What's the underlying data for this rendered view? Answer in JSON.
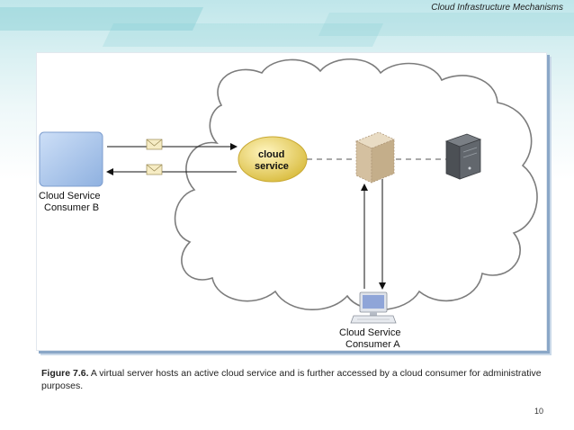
{
  "header": {
    "title": "Cloud Infrastructure Mechanisms"
  },
  "diagram": {
    "cloud_service_label_line1": "cloud",
    "cloud_service_label_line2": "service",
    "consumer_b_line1": "Cloud Service",
    "consumer_b_line2": "Consumer B",
    "consumer_a_line1": "Cloud Service",
    "consumer_a_line2": "Consumer A"
  },
  "caption": {
    "figure_number": "Figure 7.6.",
    "text": " A virtual server hosts an active cloud service and is further accessed by a cloud consumer for administrative purposes."
  },
  "footer": {
    "page_number": "10"
  },
  "colors": {
    "cloud_service_fill": "#e8d36a",
    "consumer_b_fill": "#a9c4ea",
    "virtual_server_fill": "#d8c6a8",
    "physical_server_fill": "#555a60"
  }
}
